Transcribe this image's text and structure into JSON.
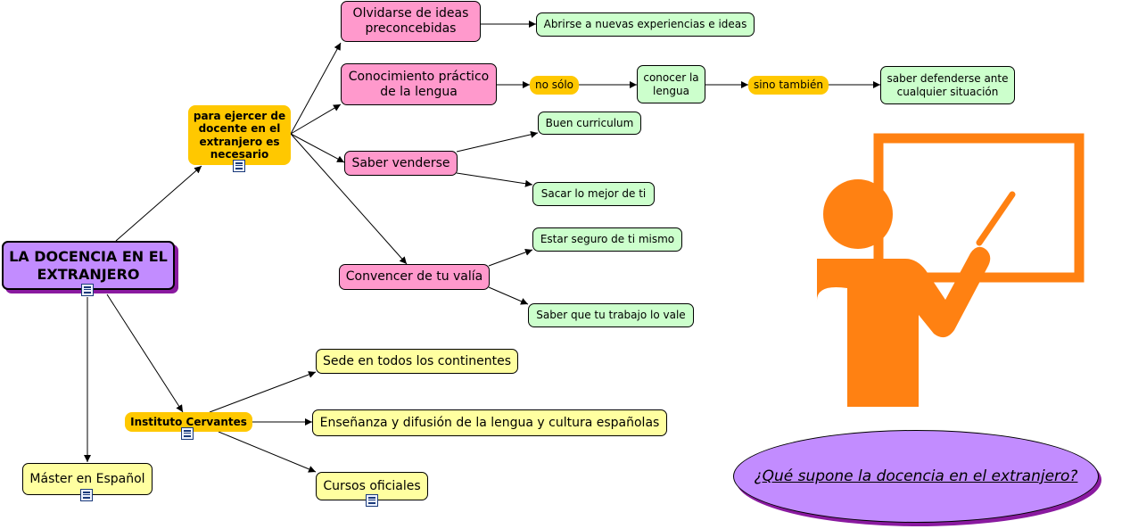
{
  "map": {
    "root": "LA DOCENCIA EN EL EXTRANJERO",
    "hub_requisitos": "para ejercer de docente en el extranjero es necesario",
    "olvidarse": "Olvidarse de ideas preconcebidas",
    "abrirse": "Abrirse a nuevas experiencias e ideas",
    "conocimiento": "Conocimiento práctico de la lengua",
    "no_solo": "no sólo",
    "conocer": "conocer la lengua",
    "sino_tambien": "sino también",
    "defenderse": "saber defenderse ante cualquier situación",
    "curriculum": "Buen curriculum",
    "venderse": "Saber venderse",
    "sacar": "Sacar lo mejor de ti",
    "seguro": "Estar seguro de ti mismo",
    "convencer": "Convencer de tu valía",
    "vale": "Saber que tu trabajo lo vale",
    "cervantes": "Instituto Cervantes",
    "sede": "Sede en todos los continentes",
    "ensenanza": "Enseñanza y difusión de la lengua y cultura españolas",
    "cursos": "Cursos oficiales",
    "master": "Máster en Español"
  },
  "question": "¿Qué supone la docencia en el extranjero?",
  "icons": {
    "note": "note-icon",
    "teacher": "teacher-at-board-illustration"
  },
  "colors": {
    "root": "#c28cff",
    "hub": "#ffc800",
    "pink": "#ff99cc",
    "green": "#ccffcc",
    "yellow": "#ffffa0",
    "teacher": "#ff8112"
  }
}
